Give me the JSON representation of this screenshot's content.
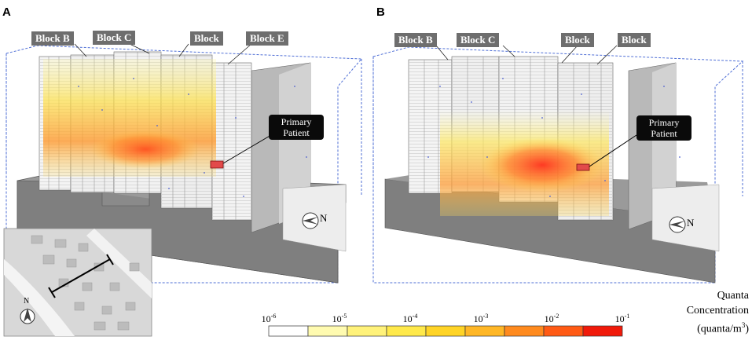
{
  "panels": [
    {
      "letter": "A",
      "blocks": [
        "Block B",
        "Block C",
        "Block",
        "Block E"
      ],
      "primary_patient": [
        "Primary",
        "Patient"
      ],
      "north": "N"
    },
    {
      "letter": "B",
      "blocks": [
        "Block B",
        "Block C",
        "Block",
        "Block"
      ],
      "primary_patient": [
        "Primary",
        "Patient"
      ],
      "north": "N"
    }
  ],
  "inset_map": {
    "north": "N"
  },
  "colorbar": {
    "ticks": [
      {
        "base": "10",
        "exp": "-6"
      },
      {
        "base": "10",
        "exp": "-5"
      },
      {
        "base": "10",
        "exp": "-4"
      },
      {
        "base": "10",
        "exp": "-3"
      },
      {
        "base": "10",
        "exp": "-2"
      },
      {
        "base": "10",
        "exp": "-1"
      }
    ],
    "colors": [
      "#ffffff",
      "#fffbb0",
      "#fff27a",
      "#ffe94a",
      "#ffd426",
      "#ffb726",
      "#ff8a1e",
      "#ff5a14",
      "#f01a0a"
    ],
    "title_line1": "Quanta",
    "title_line2": "Concentration",
    "title_line3_pre": "(quanta/m",
    "title_line3_sup": "3",
    "title_line3_post": ")"
  }
}
